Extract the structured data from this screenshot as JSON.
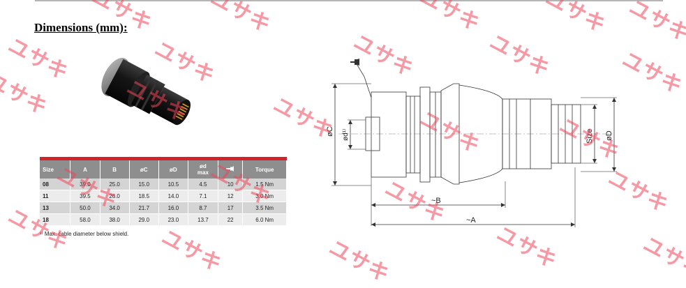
{
  "heading": "Dimensions (mm):",
  "table": {
    "headers": [
      "Size",
      "A",
      "B",
      "øC",
      "øD",
      "ød\nmax",
      "",
      "Torque"
    ],
    "rows": [
      [
        "08",
        "39.0",
        "25.0",
        "15.0",
        "10.5",
        "4.5",
        "10",
        "1.5 Nm"
      ],
      [
        "11",
        "39.5",
        "26.0",
        "18.5",
        "14.0",
        "7.1",
        "12",
        "3.0 Nm"
      ],
      [
        "13",
        "50.0",
        "34.0",
        "21.7",
        "16.0",
        "8.7",
        "17",
        "3.5 Nm"
      ],
      [
        "18",
        "58.0",
        "38.0",
        "29.0",
        "23.0",
        "13.7",
        "22",
        "6.0 Nm"
      ]
    ]
  },
  "footnote": "¹⁾ Max. cable diameter below shield.",
  "drawing": {
    "label_c": "øC",
    "label_d_small": "ød¹⁾",
    "label_size": "Size",
    "label_d": "øD",
    "label_b": "~B",
    "label_a": "~A"
  },
  "watermark": {
    "text": "ユサキ",
    "color": "#ec465a"
  },
  "icons": {
    "wrench": "wrench-icon"
  }
}
